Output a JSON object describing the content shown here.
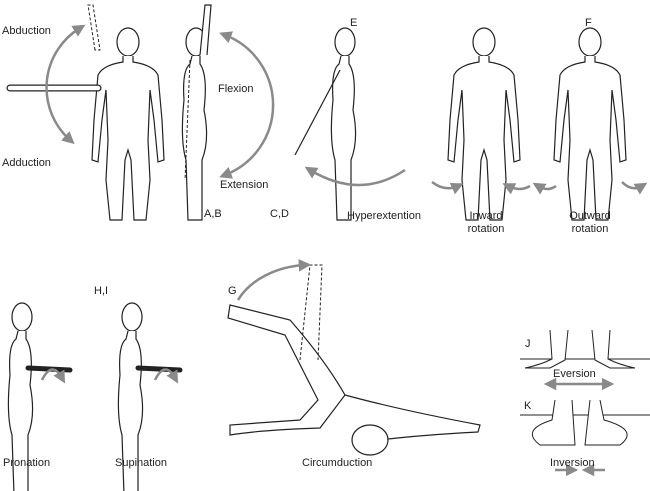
{
  "labels": {
    "abduction": "Abduction",
    "adduction": "Adduction",
    "ab": "A,B",
    "cd": "C,D",
    "flexion": "Flexion",
    "extension": "Extension",
    "e": "E",
    "hyperextension": "Hyperextention",
    "f": "F",
    "inward_1": "Inward",
    "inward_2": "rotation",
    "outward_1": "Outward",
    "outward_2": "rotation",
    "hi": "H,I",
    "pronation": "Pronation",
    "supination": "Supination",
    "g": "G",
    "circumduction": "Circumduction",
    "j": "J",
    "eversion": "Eversion",
    "k": "K",
    "inversion": "Inversion"
  },
  "colors": {
    "line": "#222222",
    "arrow": "#8a8a8a"
  }
}
